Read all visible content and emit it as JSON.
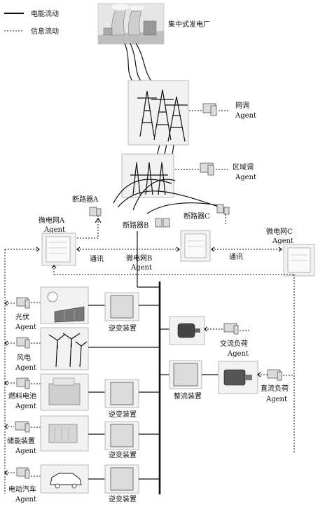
{
  "legend": {
    "power_flow": "电能流动",
    "info_flow": "信息流动"
  },
  "plant": {
    "label": "集中式发电厂"
  },
  "grid_dispatch": {
    "line1": "网调",
    "line2": "Agent"
  },
  "regional_dispatch": {
    "line1": "区域调",
    "line2": "Agent"
  },
  "breakers": {
    "a": "断路器A",
    "b": "断路器B",
    "c": "断路器C"
  },
  "microgrids": {
    "a": {
      "line1": "微电网A",
      "line2": "Agent"
    },
    "b": {
      "line1": "微电网B",
      "line2": "Agent"
    },
    "c": {
      "line1": "微电网C",
      "line2": "Agent"
    }
  },
  "comm_labels": {
    "left": "通讯",
    "right": "通讯"
  },
  "sources": [
    {
      "name": "光伏",
      "agent": "Agent",
      "device": "逆变装置"
    },
    {
      "name": "风电",
      "agent": "Agent",
      "device": ""
    },
    {
      "name": "燃料电池",
      "agent": "Agent",
      "device": "逆变装置"
    },
    {
      "name": "储能装置",
      "agent": "Agent",
      "device": "逆变装置"
    },
    {
      "name": "电动汽车",
      "agent": "Agent",
      "device": "逆变装置"
    }
  ],
  "loads": {
    "ac": {
      "line1": "交流负荷",
      "line2": "Agent"
    },
    "rectifier": "整流装置",
    "dc": {
      "line1": "直流负荷",
      "line2": "Agent"
    }
  }
}
